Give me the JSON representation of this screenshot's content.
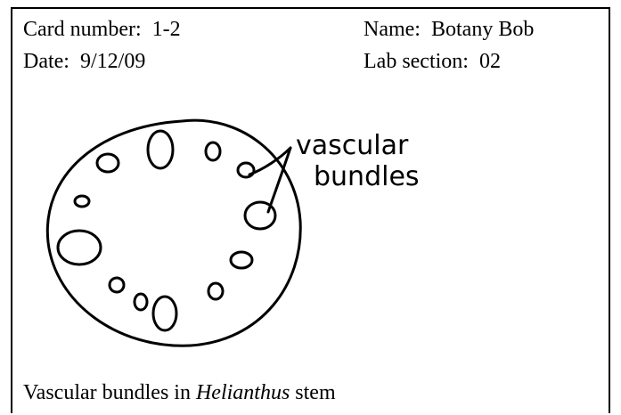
{
  "card": {
    "card_number_label": "Card number:",
    "card_number": "1-2",
    "date_label": "Date:",
    "date": "9/12/09",
    "name_label": "Name:",
    "name": "Botany Bob",
    "lab_section_label": "Lab section:",
    "lab_section": "02"
  },
  "drawing": {
    "annotation_line1": "vascular",
    "annotation_line2": "bundles",
    "subject": "stem cross-section with vascular bundles"
  },
  "caption": {
    "prefix": "Vascular bundles in",
    "genus": "Helianthus",
    "suffix": "stem"
  }
}
